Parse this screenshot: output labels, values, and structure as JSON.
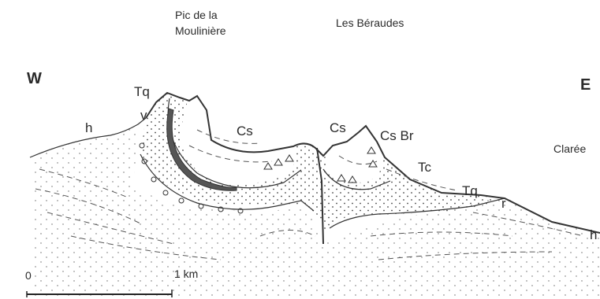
{
  "labels": {
    "peak1_line1": "Pic de la",
    "peak1_line2": "Moulinière",
    "peak2": "Les Béraudes",
    "west": "W",
    "east": "E",
    "h_left": "h",
    "tq_top": "Tq",
    "v": "v",
    "cs_left": "Cs",
    "cs_right": "Cs",
    "cs_br": "Cs Br",
    "tc": "Tc",
    "tq_right": "Tq",
    "r": "r",
    "claree": "Clarée",
    "h_right": "h",
    "scale_zero": "0",
    "scale_km": "1 km"
  },
  "colors": {
    "ink": "#333333",
    "background": "#ffffff"
  }
}
